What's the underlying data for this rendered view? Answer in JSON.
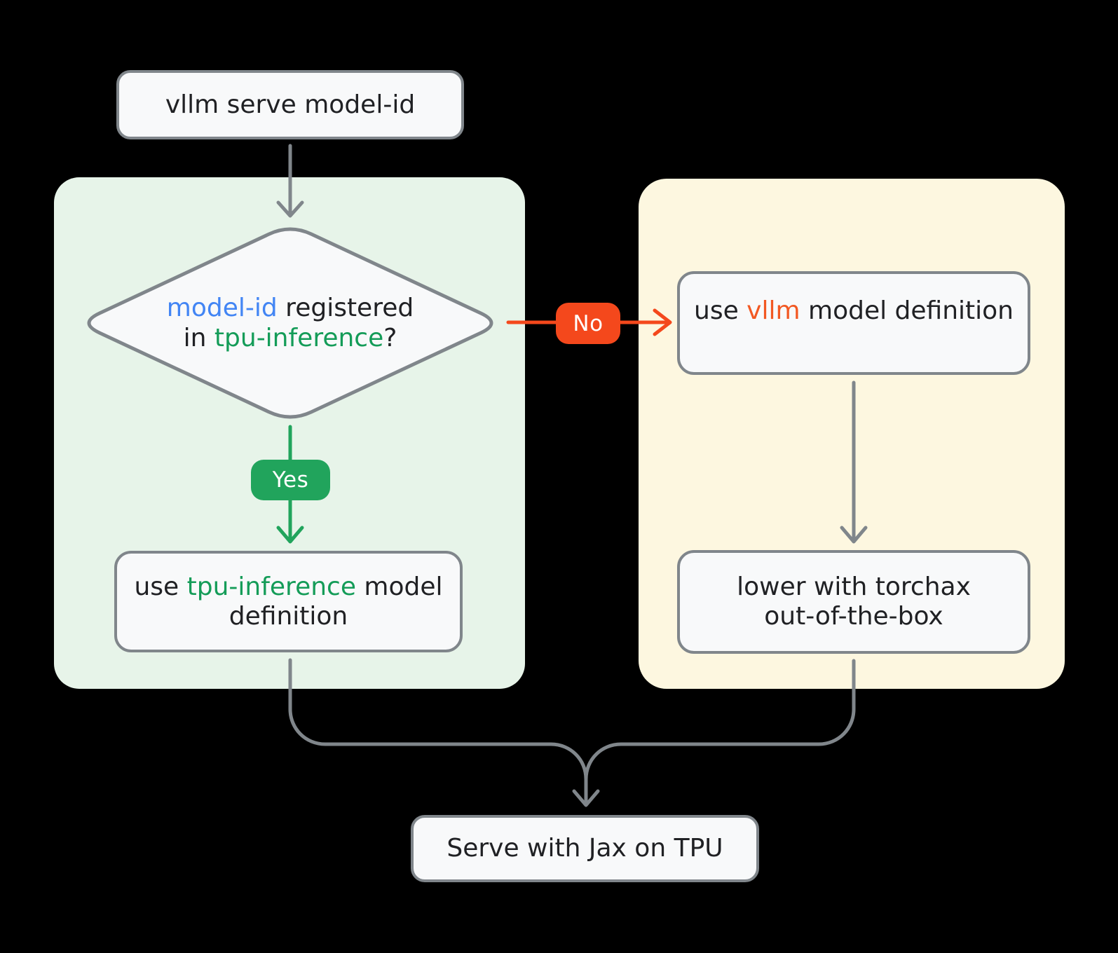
{
  "colors": {
    "bg": "#000000",
    "panel_green": "#E7F4E9",
    "panel_yellow": "#FDF7E0",
    "node_fill": "#F8F9FA",
    "node_border": "#80868B",
    "line_gray": "#80868B",
    "ink": "#202124",
    "blue": "#4285F4",
    "green": "#149C58",
    "green_badge": "#21A45C",
    "orange": "#F4481C",
    "orange_text": "#F25822",
    "white": "#FFFFFF"
  },
  "nodes": {
    "start": {
      "label": "vllm serve model-id"
    },
    "decision": {
      "line1": [
        {
          "t": "model-id",
          "c": "#4285F4"
        },
        {
          "t": " registered",
          "c": "#202124"
        }
      ],
      "line2": [
        {
          "t": "in ",
          "c": "#202124"
        },
        {
          "t": "tpu-inference",
          "c": "#149C58"
        },
        {
          "t": "?",
          "c": "#202124"
        }
      ]
    },
    "tpu_box": {
      "line1": [
        {
          "t": "use ",
          "c": "#202124"
        },
        {
          "t": "tpu-inference",
          "c": "#149C58"
        },
        {
          "t": " model",
          "c": "#202124"
        }
      ],
      "line2": [
        {
          "t": "definition",
          "c": "#202124"
        }
      ]
    },
    "vllm_box": {
      "line1": [
        {
          "t": "use ",
          "c": "#202124"
        },
        {
          "t": "vllm",
          "c": "#F25822"
        },
        {
          "t": " model definition",
          "c": "#202124"
        }
      ]
    },
    "torchax_box": {
      "line1": "lower with torchax",
      "line2": "out-of-the-box"
    },
    "serve": {
      "label": "Serve with Jax on TPU"
    }
  },
  "edges": {
    "yes": {
      "label": "Yes"
    },
    "no": {
      "label": "No"
    }
  }
}
